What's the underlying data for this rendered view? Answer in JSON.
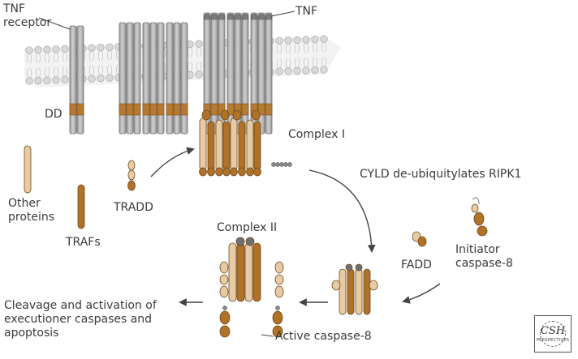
{
  "labels": {
    "tnf_receptor": "TNF receptor",
    "tnf": "TNF",
    "dd": "DD",
    "complex1": "Complex I",
    "cyld": "CYLD de-ubiquitylates RIPK1",
    "other_proteins": "Other proteins",
    "trafs": "TRAFs",
    "tradd": "TRADD",
    "fadd": "FADD",
    "initiator": "Initiator caspase-8",
    "complex2": "Complex II",
    "cleavage": "Cleavage and activation of executioner caspases and apoptosis",
    "active_caspase": "Active caspase-8"
  },
  "logo": {
    "primary": "CSH",
    "secondary": "PERSPECTIVES"
  },
  "colors": {
    "receptor_gray": "#b7b7b7",
    "receptor_edge": "#6f6f6f",
    "death_domain": "#b77a33",
    "protein_brown": "#b07128",
    "protein_light": "#e8cba5",
    "membrane_head": "#d9d9d9",
    "ubiquitin": "#8a8a8a",
    "arrow": "#444444"
  }
}
